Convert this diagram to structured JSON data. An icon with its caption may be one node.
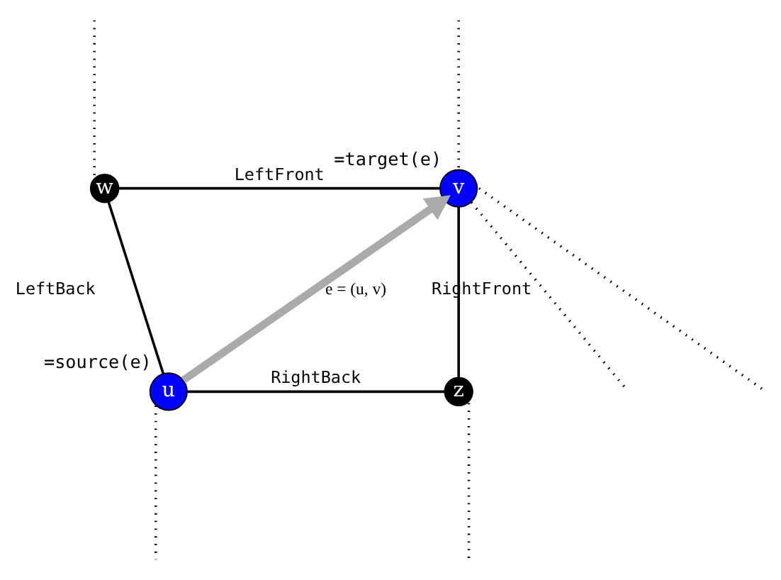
{
  "diagram": {
    "nodes": [
      {
        "text": [
          "w"
        ]
      },
      {
        "text": [
          "v"
        ],
        "beside": [
          "=target(e)"
        ]
      },
      {
        "text": [
          "u"
        ],
        "beside": [
          "=source(e)"
        ]
      },
      {
        "text": [
          "z"
        ]
      }
    ],
    "edges": [
      {
        "from": 0,
        "to": 1,
        "arrow": "none",
        "label": "LeftFront"
      },
      {
        "from": 1,
        "to": 3,
        "arrow": "none",
        "label": "RightFront"
      },
      {
        "from": 2,
        "to": 3,
        "arrow": "none",
        "label": "RightBack"
      },
      {
        "from": 0,
        "to": 2,
        "arrow": "none",
        "label": "LeftBack"
      },
      {
        "from": 2,
        "to": 1,
        "arrow": "to",
        "label": "e = (u, v)",
        "style": "thick",
        "color": "#aaaaaa"
      },
      {
        "from": 0,
        "to": null,
        "arrow": "none",
        "style": "dashed"
      },
      {
        "from": 1,
        "to": null,
        "arrow": "none",
        "style": "dashed"
      },
      {
        "from": 1,
        "to": null,
        "arrow": "none",
        "style": "dashed"
      },
      {
        "from": 1,
        "to": null,
        "arrow": "none",
        "style": "dashed"
      },
      {
        "from": 3,
        "to": null,
        "arrow": "none",
        "style": "dashed"
      },
      {
        "from": 2,
        "to": null,
        "arrow": "none",
        "style": "dashed"
      }
    ]
  }
}
